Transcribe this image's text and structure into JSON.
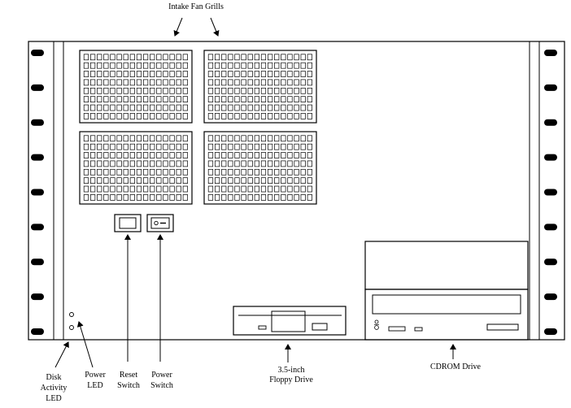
{
  "labels": {
    "intake_fan_grills": "Intake Fan Grills",
    "disk_activity_led": [
      "Disk",
      "Activity",
      "LED"
    ],
    "power_led": [
      "Power",
      "LED"
    ],
    "reset_switch": [
      "Reset",
      "Switch"
    ],
    "power_switch": [
      "Power",
      "Switch"
    ],
    "floppy_drive": [
      "3.5-inch",
      "Floppy Drive"
    ],
    "cdrom_drive": "CDROM Drive"
  },
  "grill_layout": {
    "rows": 8,
    "cols": 16
  },
  "rack_hole_count": 9,
  "colors": {
    "line": "#000000",
    "background": "#ffffff"
  }
}
